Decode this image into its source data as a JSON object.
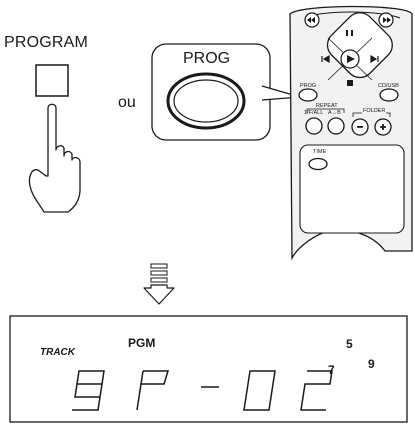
{
  "step": {
    "program_button_label": "PROGRAM",
    "or_word": "ou",
    "callout_button_label": "PROG"
  },
  "remote": {
    "labels": {
      "prog": "PROG",
      "cd_usb": "CD/USB",
      "repeat": "REPEAT",
      "repeat_mode": "1/F/ALL",
      "a_b": "A↔B",
      "folder": "FOLDER",
      "time": "TIME"
    },
    "icons": [
      "rewind-icon",
      "fast-forward-icon",
      "pause-icon",
      "play-icon",
      "skip-back-icon",
      "skip-forward-icon",
      "stop-icon",
      "minus-icon",
      "plus-icon"
    ]
  },
  "display": {
    "track_label": "TRACK",
    "pgm_label": "PGM",
    "segment_text": "9P-02",
    "calendar_numbers": [
      "5",
      "7",
      "9"
    ]
  },
  "colors": {
    "line": "#1a1a1a",
    "remote_fill": "#f2f2f2",
    "segment_stroke": "#1a1a1a"
  }
}
